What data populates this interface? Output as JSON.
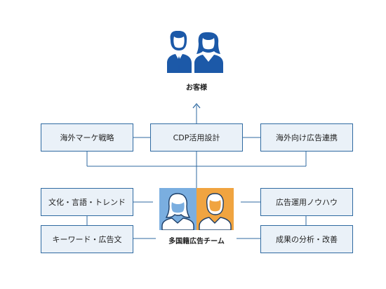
{
  "customer": {
    "label": "お客様"
  },
  "top_row": {
    "left": "海外マーケ戦略",
    "center": "CDP活用設計",
    "right": "海外向け広告連携"
  },
  "bottom": {
    "left_top": "文化・言語・トレンド",
    "left_bottom": "キーワード・広告文",
    "right_top": "広告運用ノウハウ",
    "right_bottom": "成果の分析・改善"
  },
  "team": {
    "label": "多国籍広告チーム"
  },
  "colors": {
    "accent": "#2f6aa1",
    "box_fill": "#eaf1f8",
    "person_blue": "#1c59a8",
    "team_blue": "#7aaee0",
    "team_orange": "#f0a440"
  }
}
